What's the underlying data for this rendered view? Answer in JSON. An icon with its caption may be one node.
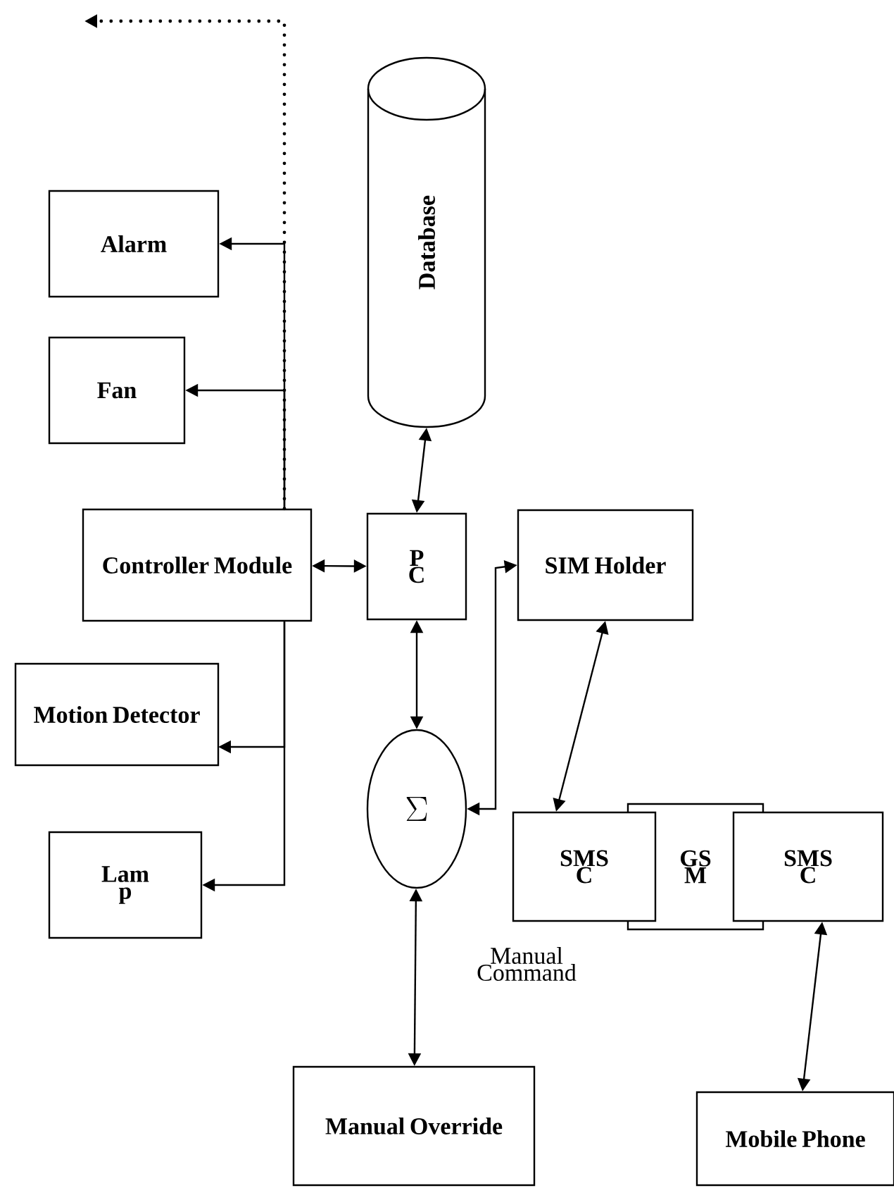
{
  "diagram": {
    "nodes": [
      {
        "text": [
          "Database"
        ]
      },
      {
        "text": [
          "Alarm"
        ]
      },
      {
        "text": [
          "Fan"
        ]
      },
      {
        "text": [
          "Controller Module"
        ]
      },
      {
        "text": [
          "P C"
        ]
      },
      {
        "text": [
          "SIM Holder"
        ]
      },
      {
        "text": [
          "Motion Detector"
        ]
      },
      {
        "text": [
          "\\Sigma"
        ]
      },
      {
        "text": [
          "Lam p"
        ]
      },
      {
        "text": [
          "SMS C"
        ]
      },
      {
        "text": [
          "GS M"
        ]
      },
      {
        "text": [
          "SMS C"
        ]
      },
      {
        "text": [
          "Manual Override"
        ]
      },
      {
        "text": [
          "Mobile Phone"
        ]
      }
    ],
    "edges": [
      {
        "from": 0,
        "to": 4,
        "arrow": "both"
      },
      {
        "from": 3,
        "to": 4,
        "arrow": "both"
      },
      {
        "from": 4,
        "to": 7,
        "arrow": "both"
      },
      {
        "from": 7,
        "to": 12,
        "arrow": "both",
        "label": "Manual Command"
      },
      {
        "from": 7,
        "to": 5,
        "arrow": "both"
      },
      {
        "from": 5,
        "to": 9,
        "arrow": "both"
      },
      {
        "from": 11,
        "to": 13,
        "arrow": "both"
      },
      {
        "from": 3,
        "to": 1,
        "arrow": "to"
      },
      {
        "from": 3,
        "to": 2,
        "arrow": "to"
      },
      {
        "from": 3,
        "to": 6,
        "arrow": "to"
      },
      {
        "from": 3,
        "to": 8,
        "arrow": "to"
      },
      {
        "from": 3,
        "to": null,
        "arrow": "to",
        "style": "dashed"
      }
    ]
  }
}
